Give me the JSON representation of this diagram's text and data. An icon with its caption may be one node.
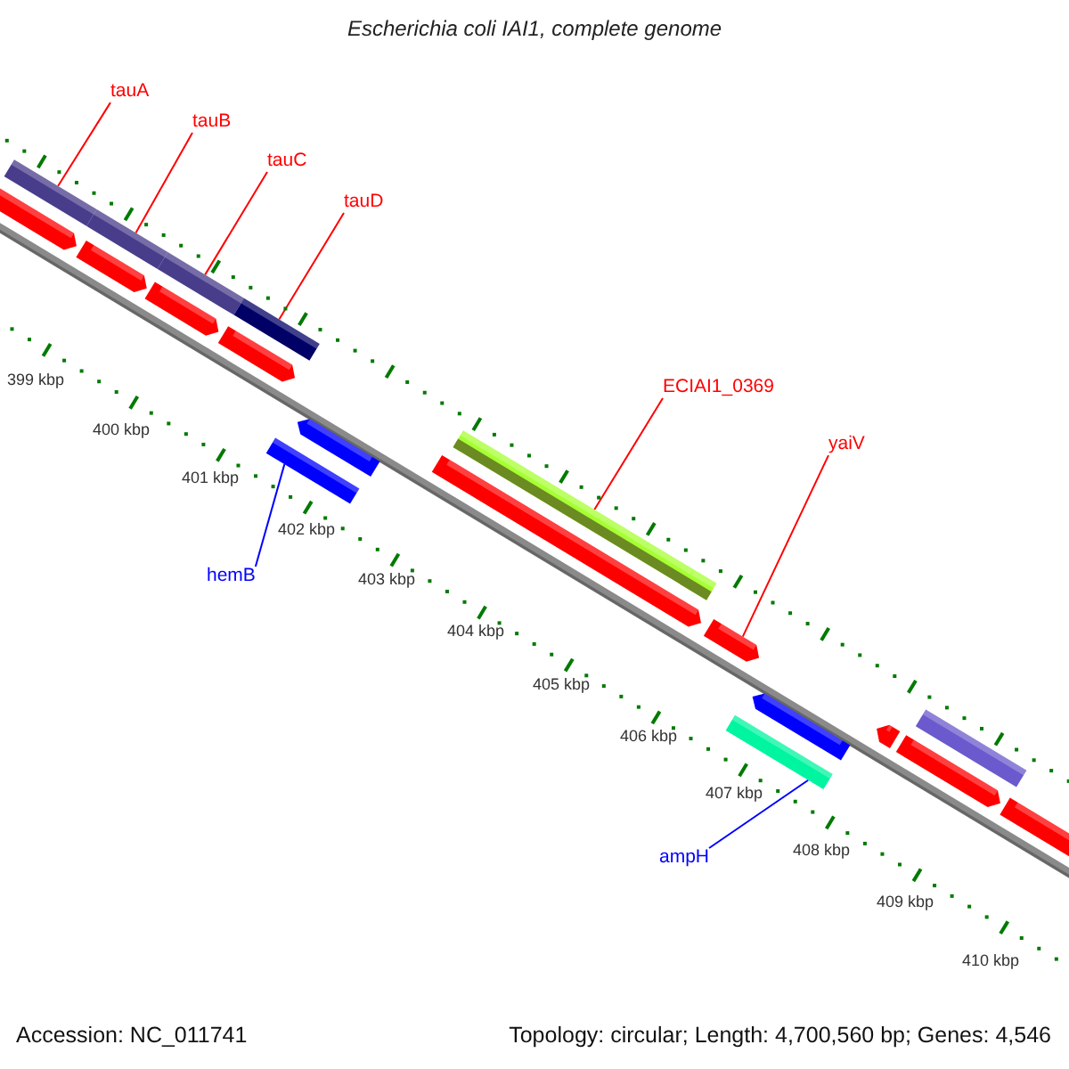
{
  "diagram": {
    "title": "Escherichia coli IAI1, complete genome",
    "nodes": [
      {
        "text": [
          "tauA"
        ]
      },
      {
        "text": [
          "tauB"
        ]
      },
      {
        "text": [
          "tauC"
        ]
      },
      {
        "text": [
          "tauD"
        ]
      },
      {
        "text": [
          "ECIAI1_0369"
        ]
      },
      {
        "text": [
          "yaiV"
        ]
      },
      {
        "text": [
          "hemB"
        ]
      },
      {
        "text": [
          "ampH"
        ]
      },
      {
        "text": [],
        "shape": "bar"
      },
      {
        "text": [],
        "shape": "bar"
      },
      {
        "text": [],
        "shape": "bar"
      },
      {
        "text": [],
        "shape": "bar"
      },
      {
        "text": [],
        "shape": "bar"
      },
      {
        "text": [],
        "shape": "arrow"
      },
      {
        "text": [],
        "shape": "bar"
      },
      {
        "text": [],
        "shape": "bar"
      }
    ],
    "edges": [
      {
        "from": 0,
        "to": 8,
        "arrow": "none"
      },
      {
        "from": 1,
        "to": 9,
        "arrow": "none"
      },
      {
        "from": 2,
        "to": 10,
        "arrow": "none"
      },
      {
        "from": 3,
        "to": 11,
        "arrow": "none"
      },
      {
        "from": 4,
        "to": 12,
        "arrow": "none"
      },
      {
        "from": 5,
        "to": 13,
        "arrow": "none"
      },
      {
        "from": 6,
        "to": 14,
        "arrow": "none",
        "color": "#0000ff"
      },
      {
        "from": 7,
        "to": 15,
        "arrow": "none",
        "color": "#0000ff"
      }
    ],
    "labels": [
      "399 kbp",
      "400 kbp",
      "401 kbp",
      "402 kbp",
      "403 kbp",
      "404 kbp",
      "405 kbp",
      "406 kbp",
      "407 kbp",
      "408 kbp",
      "409 kbp",
      "410 kbp",
      "Accession: NC_011741",
      "Topology: circular; Length: 4,700,560 bp; Genes: 4,546"
    ]
  }
}
